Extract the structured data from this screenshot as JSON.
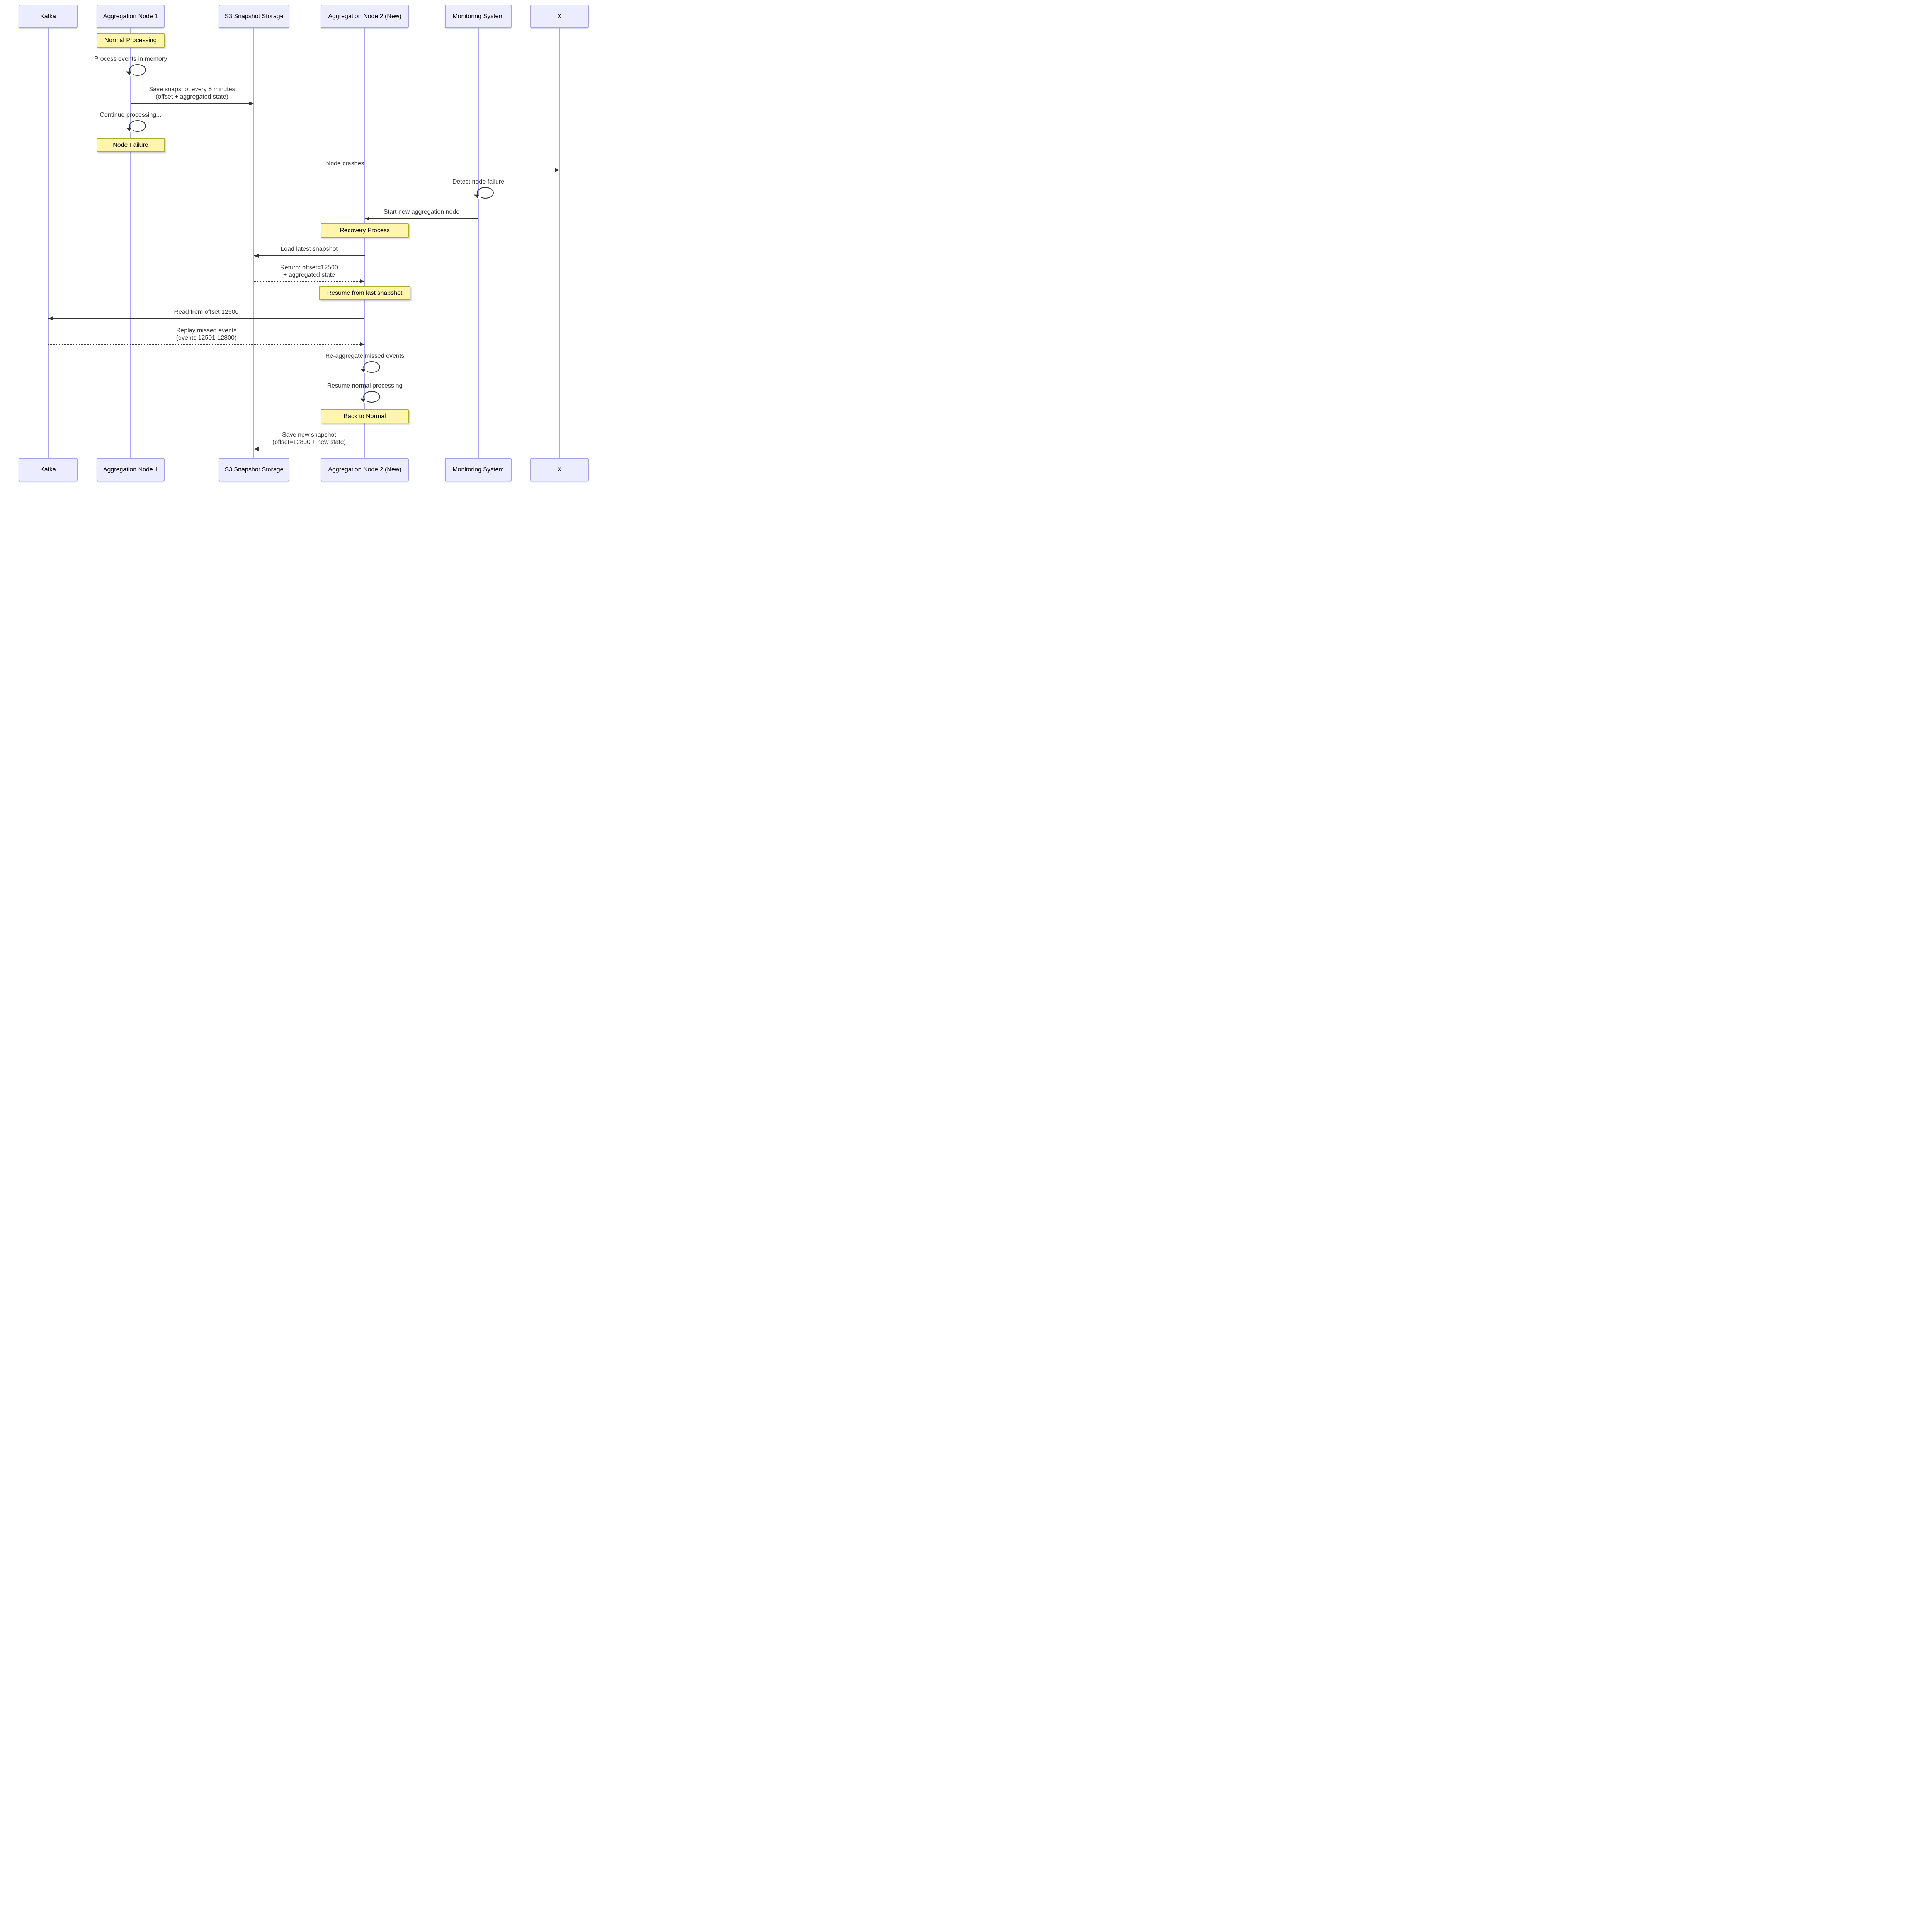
{
  "diagram": {
    "type": "sequence-diagram",
    "actors": [
      {
        "id": "kafka",
        "label": "Kafka"
      },
      {
        "id": "agg1",
        "label": "Aggregation Node 1"
      },
      {
        "id": "s3",
        "label": "S3 Snapshot Storage"
      },
      {
        "id": "agg2",
        "label": "Aggregation Node 2 (New)"
      },
      {
        "id": "monitor",
        "label": "Monitoring System"
      },
      {
        "id": "x",
        "label": "X"
      }
    ],
    "notes": [
      {
        "over": "agg1",
        "label": "Normal Processing"
      },
      {
        "over": "agg1",
        "label": "Node Failure"
      },
      {
        "over": "agg2",
        "label": "Recovery Process"
      },
      {
        "over": "agg2",
        "label": "Resume from last snapshot"
      },
      {
        "over": "agg2",
        "label": "Back to Normal"
      }
    ],
    "messages": [
      {
        "from": "agg1",
        "to": "agg1",
        "style": "self",
        "line1": "Process events in memory"
      },
      {
        "from": "agg1",
        "to": "s3",
        "style": "solid",
        "line1": "Save snapshot every 5 minutes",
        "line2": "(offset + aggregated state)"
      },
      {
        "from": "agg1",
        "to": "agg1",
        "style": "self",
        "line1": "Continue processing..."
      },
      {
        "from": "agg1",
        "to": "x",
        "style": "solid",
        "line1": "Node crashes"
      },
      {
        "from": "monitor",
        "to": "monitor",
        "style": "self",
        "line1": "Detect node failure"
      },
      {
        "from": "monitor",
        "to": "agg2",
        "style": "solid",
        "line1": "Start new aggregation node"
      },
      {
        "from": "agg2",
        "to": "s3",
        "style": "solid",
        "line1": "Load latest snapshot"
      },
      {
        "from": "s3",
        "to": "agg2",
        "style": "dotted",
        "line1": "Return: offset=12500",
        "line2": "+ aggregated state"
      },
      {
        "from": "agg2",
        "to": "kafka",
        "style": "solid",
        "line1": "Read from offset 12500"
      },
      {
        "from": "kafka",
        "to": "agg2",
        "style": "dotted",
        "line1": "Replay missed events",
        "line2": "(events 12501-12800)"
      },
      {
        "from": "agg2",
        "to": "agg2",
        "style": "self",
        "line1": "Re-aggregate missed events"
      },
      {
        "from": "agg2",
        "to": "agg2",
        "style": "self",
        "line1": "Resume normal processing"
      },
      {
        "from": "agg2",
        "to": "s3",
        "style": "solid",
        "line1": "Save new snapshot",
        "line2": "(offset=12800 + new state)"
      }
    ],
    "colors": {
      "actor_fill": "#ECECFF",
      "actor_border": "#A3A3E3",
      "note_fill": "#FFF5AD",
      "note_border": "#AAAA33",
      "lifeline": "#A6A6F2",
      "message_line": "#333333",
      "message_text": "#333333"
    }
  }
}
